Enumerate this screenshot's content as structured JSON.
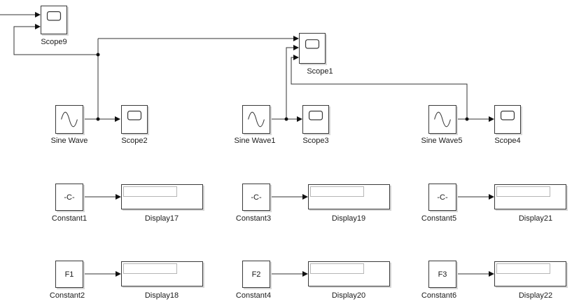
{
  "blocks": {
    "scope9": {
      "label": "Scope9",
      "type": "scope"
    },
    "scope1": {
      "label": "Scope1",
      "type": "scope"
    },
    "scope2": {
      "label": "Scope2",
      "type": "scope"
    },
    "scope3": {
      "label": "Scope3",
      "type": "scope"
    },
    "scope4": {
      "label": "Scope4",
      "type": "scope"
    },
    "sine_wave": {
      "label": "Sine Wave",
      "type": "sine"
    },
    "sine_wave1": {
      "label": "Sine Wave1",
      "type": "sine"
    },
    "sine_wave5": {
      "label": "Sine Wave5",
      "type": "sine"
    },
    "constant1": {
      "label": "Constant1",
      "value": "-C-"
    },
    "constant3": {
      "label": "Constant3",
      "value": "-C-"
    },
    "constant5": {
      "label": "Constant5",
      "value": "-C-"
    },
    "constant2": {
      "label": "Constant2",
      "value": "F1"
    },
    "constant4": {
      "label": "Constant4",
      "value": "F2"
    },
    "constant6": {
      "label": "Constant6",
      "value": "F3"
    },
    "display17": {
      "label": "Display17"
    },
    "display19": {
      "label": "Display19"
    },
    "display21": {
      "label": "Display21"
    },
    "display18": {
      "label": "Display18"
    },
    "display20": {
      "label": "Display20"
    },
    "display22": {
      "label": "Display22"
    }
  },
  "colors": {
    "line": "#333333",
    "block_border": "#3a3a3a",
    "background": "#ffffff"
  }
}
